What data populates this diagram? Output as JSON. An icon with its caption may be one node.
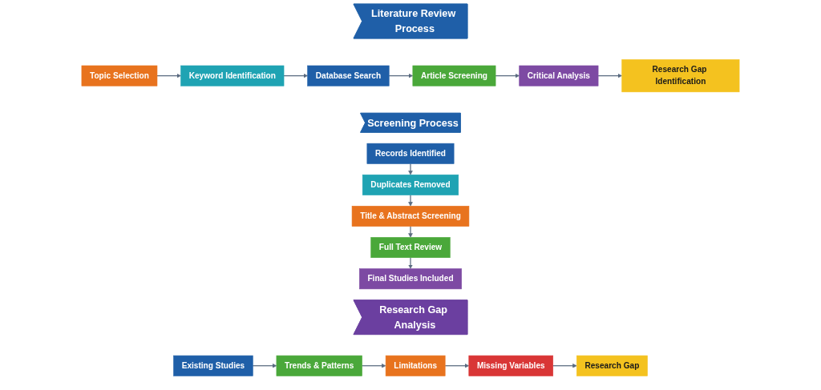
{
  "diagram": {
    "nodes": [
      {
        "text": [
          "Literature Review Process"
        ]
      },
      {
        "text": [
          "Topic Selection"
        ]
      },
      {
        "text": [
          "Keyword Identification"
        ]
      },
      {
        "text": [
          "Database Search"
        ]
      },
      {
        "text": [
          "Article Screening"
        ]
      },
      {
        "text": [
          "Critical Analysis"
        ]
      },
      {
        "text": [
          "Research Gap Identification"
        ]
      },
      {
        "text": [
          "Screening Process"
        ]
      },
      {
        "text": [
          "Records Identified"
        ]
      },
      {
        "text": [
          "Duplicates Removed"
        ]
      },
      {
        "text": [
          "Title & Abstract Screening"
        ]
      },
      {
        "text": [
          "Full Text Review"
        ]
      },
      {
        "text": [
          "Final Studies Included"
        ]
      },
      {
        "text": [
          "Research Gap Analysis"
        ]
      },
      {
        "text": [
          "Existing Studies"
        ]
      },
      {
        "text": [
          "Trends & Patterns"
        ]
      },
      {
        "text": [
          "Limitations"
        ]
      },
      {
        "text": [
          "Missing Variables"
        ]
      },
      {
        "text": [
          "Research Gap"
        ]
      }
    ],
    "edges": [
      {
        "from": 1,
        "to": 2,
        "arrow": "to"
      },
      {
        "from": 2,
        "to": 3,
        "arrow": "to"
      },
      {
        "from": 3,
        "to": 4,
        "arrow": "to"
      },
      {
        "from": 4,
        "to": 5,
        "arrow": "to"
      },
      {
        "from": 5,
        "to": 6,
        "arrow": "to"
      },
      {
        "from": 8,
        "to": 9,
        "arrow": "to"
      },
      {
        "from": 9,
        "to": 10,
        "arrow": "to"
      },
      {
        "from": 10,
        "to": 11,
        "arrow": "to"
      },
      {
        "from": 11,
        "to": 12,
        "arrow": "to"
      },
      {
        "from": 14,
        "to": 15,
        "arrow": "to"
      },
      {
        "from": 15,
        "to": 16,
        "arrow": "to"
      },
      {
        "from": 16,
        "to": 17,
        "arrow": "to"
      },
      {
        "from": 17,
        "to": 18,
        "arrow": "to"
      }
    ]
  }
}
